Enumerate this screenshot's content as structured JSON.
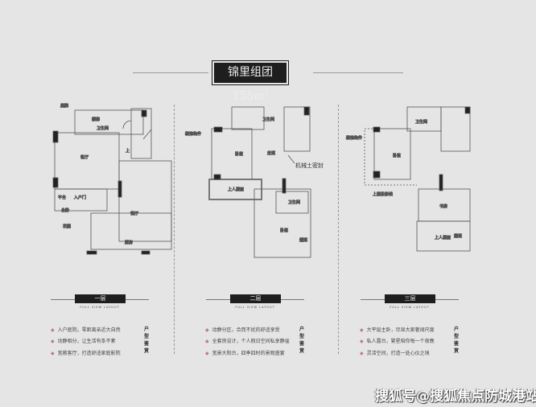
{
  "title": {
    "text": "锦里组团155",
    "unit": "m",
    "sup": "2"
  },
  "floors": [
    {
      "label": "一层",
      "subtitle": "FULL VIEW LAYOUT",
      "rooms": [
        "客厅",
        "卫生间",
        "餐厅",
        "厨房",
        "平台",
        "入户门",
        "花园",
        "台阶",
        "楼梯",
        "上",
        "庭院"
      ],
      "features": [
        "入户庭院，零距离亲近大自然",
        "动静相分，让生活有条不紊",
        "宽敞客厅，打造舒适家庭影院"
      ],
      "side_label": "户型鉴赏"
    },
    {
      "label": "二层",
      "subtitle": "FULL VIEW LAYOUT",
      "rooms": [
        "卧室",
        "卫生间",
        "走道",
        "上人屋面",
        "卫生间",
        "卧室",
        "装饰构件",
        "机械土密封",
        "烟道"
      ],
      "features": [
        "动静分区，合而不扰的舒适享受",
        "全套房设计，个人假日空间私享静谧",
        "宽景大阳台，四季四时的景观盛宴"
      ],
      "side_label": "户型鉴赏"
    },
    {
      "label": "三层",
      "subtitle": "FULL VIEW LAYOUT",
      "rooms": [
        "卧室",
        "卫生间",
        "书房",
        "上人屋面",
        "装饰构件",
        "上层投影线",
        "烟道"
      ],
      "features": [
        "大平层主卧，尽显大家奢阔尺度",
        "私人露台，繁星陪你每一个夜晚",
        "灵活空间，打造一处心仪之境"
      ],
      "side_label": "户型鉴赏"
    }
  ],
  "watermark": "搜狐号@搜狐焦点防城港站"
}
